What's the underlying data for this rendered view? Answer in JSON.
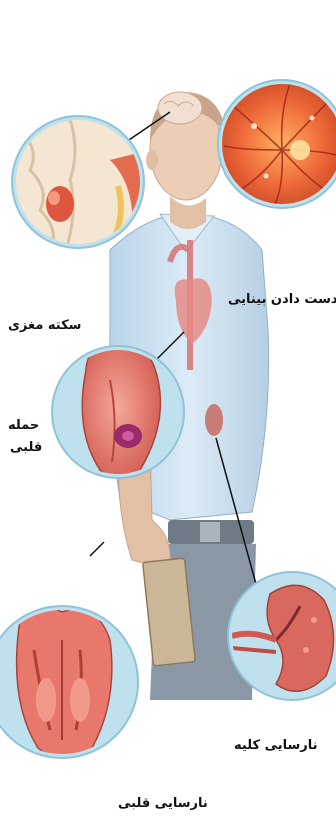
{
  "labels": {
    "stroke": "سکته مغزی",
    "vision_loss": "دست دادن بینایی",
    "heart_attack_line1": "حمله",
    "heart_attack_line2": "قلبی",
    "kidney_failure": "نارسایی کلیه",
    "heart_failure": "نارسایی قلبی"
  },
  "colors": {
    "shirt": "#cfe3f2",
    "skin": "#e8c9b0",
    "inset_ring": "#bfe1ee",
    "retina": "#e8542e",
    "heart": "#e07468",
    "kidney": "#c95a55",
    "brain": "#f3e3cc"
  }
}
